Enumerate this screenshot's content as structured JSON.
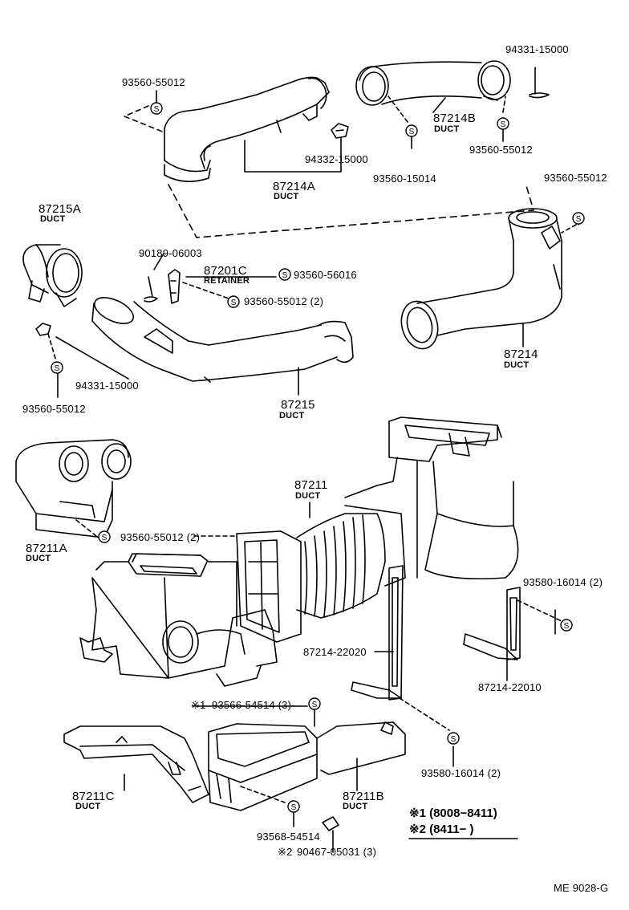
{
  "labels": {
    "p93560_55012_top": "93560-55012",
    "p94331_15000_top": "94331-15000",
    "p87214B": "87214B",
    "p87214B_sub": "DUCT",
    "p93560_55012_r1": "93560-55012",
    "p94332_15000": "94332-15000",
    "p87214A": "87214A",
    "p87214A_sub": "DUCT",
    "p93560_15014": "93560-15014",
    "p93560_55012_r2": "93560-55012",
    "p87215A": "87215A",
    "p87215A_sub": "DUCT",
    "p90189_06003": "90189-06003",
    "p87201C": "87201C",
    "p87201C_sub": "RETAINER",
    "p93560_56016": "93560-56016",
    "p93560_55012_2": "93560-55012 (2)",
    "p94331_15000_l": "94331-15000",
    "p93560_55012_l": "93560-55012",
    "p87215": "87215",
    "p87215_sub": "DUCT",
    "p87214": "87214",
    "p87214_sub": "DUCT",
    "p87211": "87211",
    "p87211_sub": "DUCT",
    "p87211A": "87211A",
    "p87211A_sub": "DUCT",
    "p93560_55012_2b": "93560-55012 (2)",
    "p93580_16014_r": "93580-16014 (2)",
    "p87214_22020": "87214-22020",
    "p87214_22010": "87214-22010",
    "p93566_54514": "93566-54514 (3)-",
    "p93566_54514_mark": "※1",
    "p87211C": "87211C",
    "p87211C_sub": "DUCT",
    "p87211B": "87211B",
    "p87211B_sub": "DUCT",
    "p93580_16014_b": "93580-16014 (2)",
    "p93568_54514": "93568-54514",
    "p90467_05031": "90467-05031 (3)",
    "p90467_05031_mark": "※2"
  },
  "legend": {
    "row1": "※1 (8008−8411)",
    "row2": "※2 (8411−        )"
  },
  "footer": {
    "code": "ME  9028-G"
  },
  "symbol_glyph": "S"
}
